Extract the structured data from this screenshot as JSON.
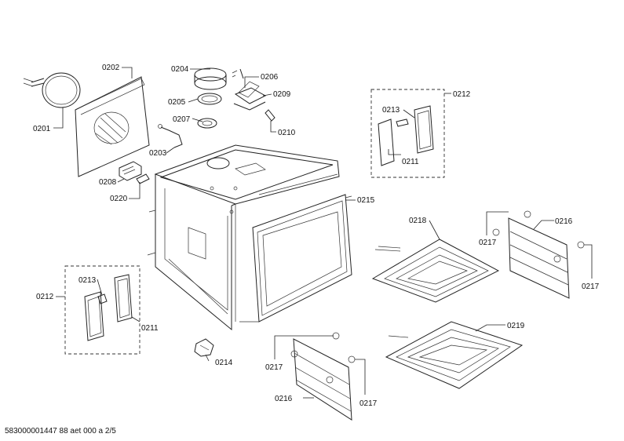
{
  "diagram": {
    "labels": {
      "0201": "0201",
      "0202": "0202",
      "0203": "0203",
      "0204": "0204",
      "0205": "0205",
      "0206": "0206",
      "0207": "0207",
      "0208": "0208",
      "0209": "0209",
      "0210": "0210",
      "0211": "0211",
      "0212": "0212",
      "0213": "0213",
      "0214": "0214",
      "0215": "0215",
      "0216": "0216",
      "0217": "0217",
      "0218": "0218",
      "0219": "0219",
      "0220": "0220"
    },
    "footer": "583000001447 88 aet 000 a 2/5"
  }
}
